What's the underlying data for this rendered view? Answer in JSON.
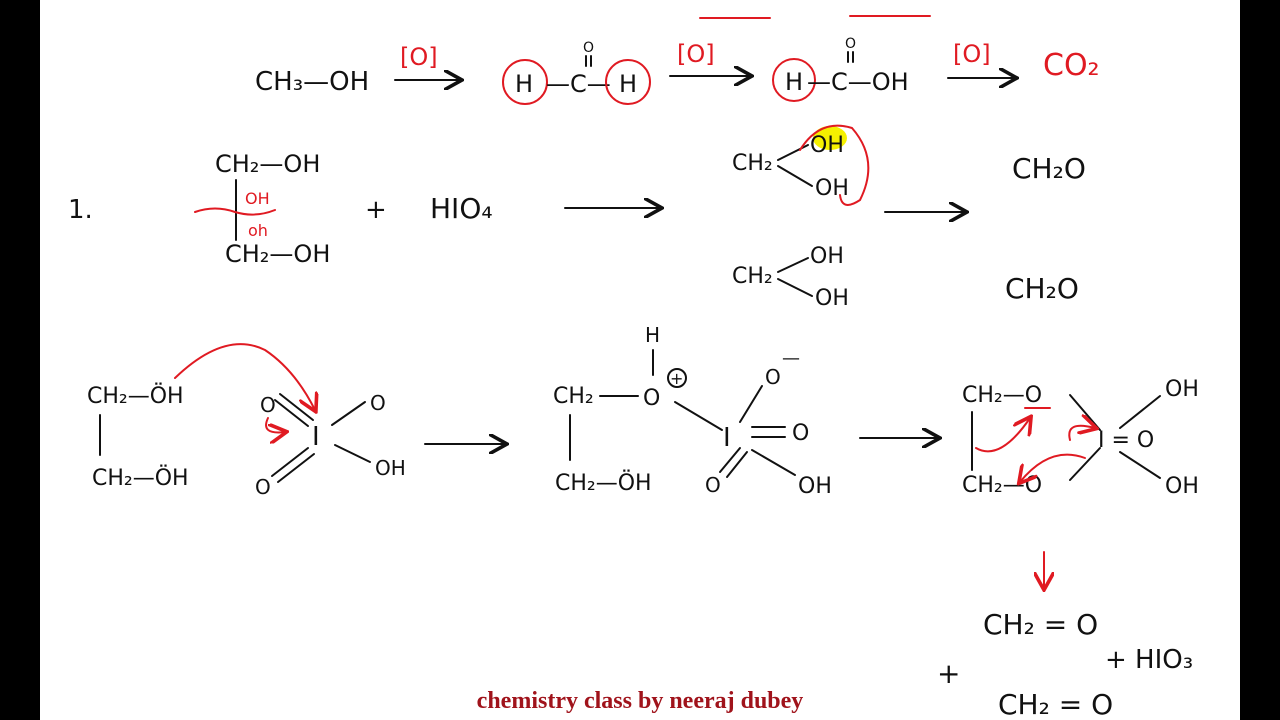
{
  "colors": {
    "ink": "#111111",
    "red": "#e01a22",
    "highlight": "#f5f000",
    "footer": "#a0131b",
    "frame": "#000000"
  },
  "line1": {
    "methanol": "CH₃—OH",
    "oxidant": "[O]",
    "formaldehyde_left_h": "H",
    "formaldehyde_center": "—C—",
    "formaldehyde_right_h": "H",
    "oxygen": "O",
    "formic_h": "H",
    "formic_rest": "—C—OH",
    "co2": "CO₂"
  },
  "reaction1": {
    "number": "1.",
    "ch2oh_top": "CH₂—OH",
    "red_oh": "OH",
    "red_oh_lower": "oh",
    "ch2oh_bottom": "CH₂—OH",
    "plus": "+",
    "reagent": "HIO₄",
    "diol_oh_top": "OH",
    "diol_oh_bottom": "OH",
    "ch2": "CH₂",
    "product_1": "CH₂O",
    "product_2": "CH₂O"
  },
  "mechanism": {
    "step1_ch2oh_top": "CH₂—ÖH",
    "step1_ch2oh_bottom": "CH₂—ÖH",
    "o": "O",
    "i": "I",
    "oh": "OH",
    "step2_h": "H",
    "step2_o_plus": "O",
    "plus_charge": "+",
    "minus_charge": "—",
    "step2_ch2_top": "CH₂",
    "step2_ch2oh_bottom": "CH₂—ÖH",
    "step3_ch2o_top": "CH₂—O",
    "step3_ch2o_bottom": "CH₂—O",
    "step3_i": "I = O",
    "final_1": "CH₂ = O",
    "final_plus": "+",
    "final_2": "CH₂ = O",
    "final_hio3": "+ HIO₃"
  },
  "footer": {
    "text": "chemistry class by neeraj dubey"
  }
}
